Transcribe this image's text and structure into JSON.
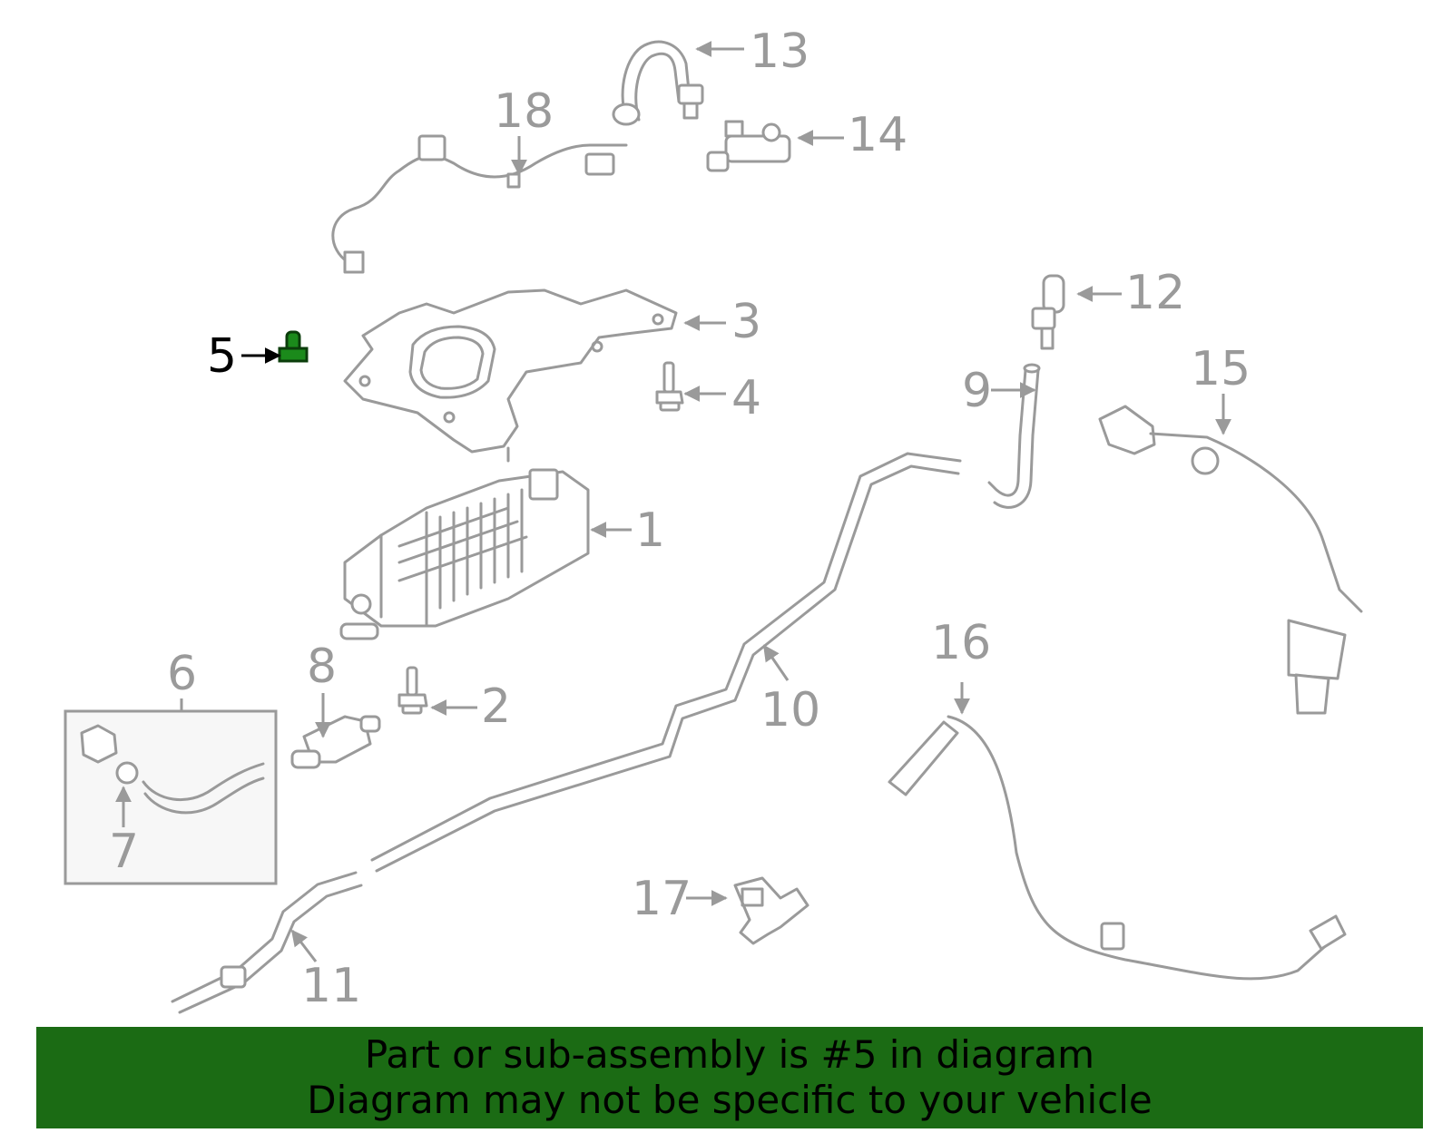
{
  "callouts": {
    "c1": "1",
    "c2": "2",
    "c3": "3",
    "c4": "4",
    "c5": "5",
    "c6": "6",
    "c7": "7",
    "c8": "8",
    "c9": "9",
    "c10": "10",
    "c11": "11",
    "c12": "12",
    "c13": "13",
    "c14": "14",
    "c15": "15",
    "c16": "16",
    "c17": "17",
    "c18": "18"
  },
  "highlight": {
    "part_number": "5",
    "color": "#1b6b14"
  },
  "banner": {
    "line1": "Part or sub-assembly is #5 in diagram",
    "line2": "Diagram may not be specific to your vehicle",
    "background": "#1b6b14"
  }
}
